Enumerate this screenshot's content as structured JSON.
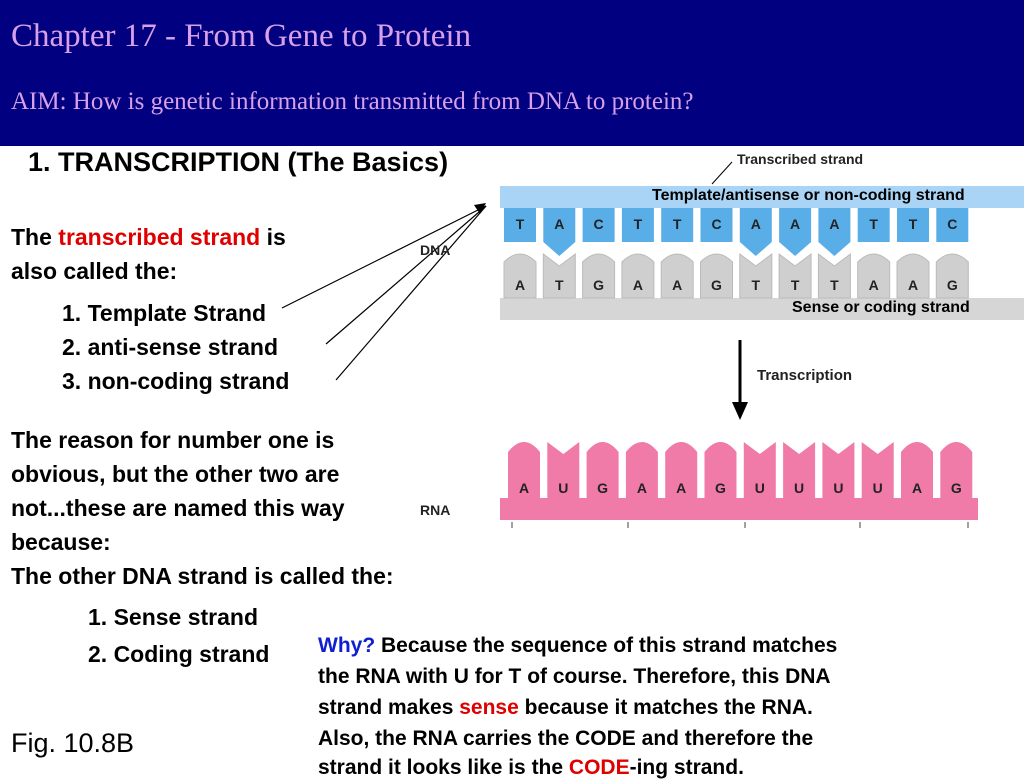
{
  "header": {
    "title": "Chapter 17 - From Gene to Protein",
    "aim": "AIM: How is genetic information transmitted from DNA to protein?"
  },
  "section_heading": "1. TRANSCRIPTION (The Basics)",
  "left": {
    "intro_prefix": "The ",
    "intro_highlight": "transcribed strand",
    "intro_suffix": " is",
    "intro_line2": "also called the:",
    "names": [
      "1. Template Strand",
      "2. anti-sense strand",
      "3. non-coding strand"
    ],
    "reason_lines": [
      "The reason for number one is",
      "obvious, but the other two are",
      "not...these are named this way",
      "because:"
    ],
    "other_strand": "The other DNA strand is called the:",
    "other_names": [
      "1. Sense strand",
      "2. Coding strand"
    ],
    "fig": "Fig. 10.8B"
  },
  "explanation": {
    "why": "Why?",
    "line1": " Because the sequence of this strand matches",
    "line2": "the RNA with U for T of course. Therefore, this DNA",
    "line3_prefix": "strand makes ",
    "line3_highlight": "sense",
    "line3_suffix": " because it matches the RNA.",
    "line4": "Also, the RNA carries the CODE and therefore the",
    "line5_prefix": "strand it looks like is the ",
    "line5_highlight": "CODE",
    "line5_suffix": "-ing strand."
  },
  "figure": {
    "transcribed_label": "Transcribed strand",
    "template_label": "Template/antisense or non-coding strand",
    "sense_label": "Sense or coding strand",
    "dna_label": "DNA",
    "transcription_label": "Transcription",
    "rna_label": "RNA",
    "template_bases": [
      "T",
      "A",
      "C",
      "T",
      "T",
      "C",
      "A",
      "A",
      "A",
      "T",
      "T",
      "C"
    ],
    "coding_bases": [
      "A",
      "T",
      "G",
      "A",
      "A",
      "G",
      "T",
      "T",
      "T",
      "A",
      "A",
      "G"
    ],
    "rna_bases": [
      "A",
      "U",
      "G",
      "A",
      "A",
      "G",
      "U",
      "U",
      "U",
      "U",
      "A",
      "G"
    ]
  },
  "colors": {
    "header_bg": "#000080",
    "header_text": "#d8a0e8",
    "template_blue": "#5aaee8",
    "template_band": "#a9d4f5",
    "dna_gray": "#cfcfcf",
    "rna_pink": "#f07aa8",
    "highlight_red": "#e00000",
    "why_blue": "#1020d0"
  }
}
